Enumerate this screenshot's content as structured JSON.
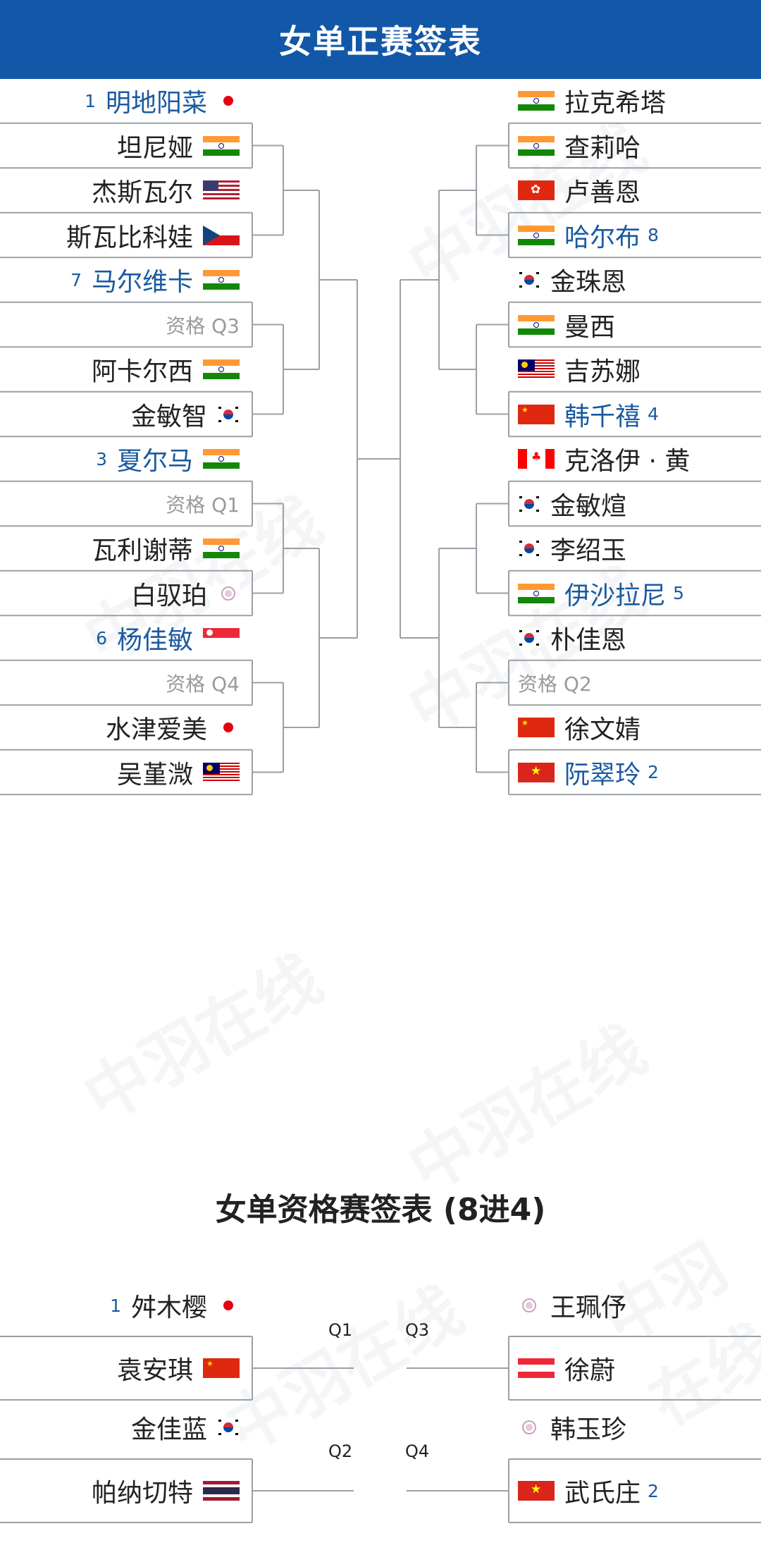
{
  "main_title": "女单正赛签表",
  "qual_title": "女单资格赛签表 (8进4)",
  "watermark_text": "中羽在线",
  "colors": {
    "header_bg": "#1257a8",
    "seeded_name": "#1a5aa0",
    "placeholder_text": "#9a9a9a",
    "bracket_line": "#9aa0a6"
  },
  "main_left": [
    {
      "seed": "1",
      "name": "明地阳菜",
      "flag": "japan",
      "seeded": true
    },
    {
      "seed": "",
      "name": "坦尼娅",
      "flag": "india"
    },
    {
      "seed": "",
      "name": "杰斯瓦尔",
      "flag": "usa"
    },
    {
      "seed": "",
      "name": "斯瓦比科娃",
      "flag": "czech"
    },
    {
      "seed": "7",
      "name": "马尔维卡",
      "flag": "india",
      "seeded": true
    },
    {
      "seed": "",
      "name": "资格 Q3",
      "flag": "",
      "placeholder": true
    },
    {
      "seed": "",
      "name": "阿卡尔西",
      "flag": "india"
    },
    {
      "seed": "",
      "name": "金敏智",
      "flag": "korea"
    },
    {
      "seed": "3",
      "name": "夏尔马",
      "flag": "india",
      "seeded": true
    },
    {
      "seed": "",
      "name": "资格 Q1",
      "flag": "",
      "placeholder": true
    },
    {
      "seed": "",
      "name": "瓦利谢蒂",
      "flag": "india"
    },
    {
      "seed": "",
      "name": "白驭珀",
      "flag": "taipei"
    },
    {
      "seed": "6",
      "name": "杨佳敏",
      "flag": "singapore",
      "seeded": true
    },
    {
      "seed": "",
      "name": "资格 Q4",
      "flag": "",
      "placeholder": true
    },
    {
      "seed": "",
      "name": "水津爱美",
      "flag": "japan"
    },
    {
      "seed": "",
      "name": "吴堇溦",
      "flag": "malaysia"
    }
  ],
  "main_right": [
    {
      "seed": "",
      "name": "拉克希塔",
      "flag": "india"
    },
    {
      "seed": "",
      "name": "查莉哈",
      "flag": "india"
    },
    {
      "seed": "",
      "name": "卢善恩",
      "flag": "hongkong"
    },
    {
      "seed": "8",
      "name": "哈尔布",
      "flag": "india",
      "seeded": true
    },
    {
      "seed": "",
      "name": "金珠恩",
      "flag": "korea"
    },
    {
      "seed": "",
      "name": "曼西",
      "flag": "india"
    },
    {
      "seed": "",
      "name": "吉苏娜",
      "flag": "malaysia"
    },
    {
      "seed": "4",
      "name": "韩千禧",
      "flag": "china",
      "seeded": true
    },
    {
      "seed": "",
      "name": "克洛伊 · 黄",
      "flag": "canada"
    },
    {
      "seed": "",
      "name": "金敏煊",
      "flag": "korea"
    },
    {
      "seed": "",
      "name": "李绍玉",
      "flag": "korea"
    },
    {
      "seed": "5",
      "name": "伊沙拉尼",
      "flag": "india",
      "seeded": true
    },
    {
      "seed": "",
      "name": "朴佳恩",
      "flag": "korea"
    },
    {
      "seed": "",
      "name": "资格 Q2",
      "flag": "",
      "placeholder": true
    },
    {
      "seed": "",
      "name": "徐文婧",
      "flag": "china"
    },
    {
      "seed": "2",
      "name": "阮翠玲",
      "flag": "vietnam",
      "seeded": true
    }
  ],
  "qual_left": [
    {
      "seed": "1",
      "name": "舛木樱",
      "flag": "japan"
    },
    {
      "seed": "",
      "name": "袁安琪",
      "flag": "china"
    },
    {
      "seed": "",
      "name": "金佳蓝",
      "flag": "korea"
    },
    {
      "seed": "",
      "name": "帕纳切特",
      "flag": "thailand"
    }
  ],
  "qual_right": [
    {
      "seed": "",
      "name": "王珮伃",
      "flag": "taipei"
    },
    {
      "seed": "",
      "name": "徐蔚",
      "flag": "austria"
    },
    {
      "seed": "",
      "name": "韩玉珍",
      "flag": "taipei"
    },
    {
      "seed": "2",
      "name": "武氏庄",
      "flag": "vietnam"
    }
  ],
  "qual_labels": [
    "Q1",
    "Q3",
    "Q2",
    "Q4"
  ]
}
